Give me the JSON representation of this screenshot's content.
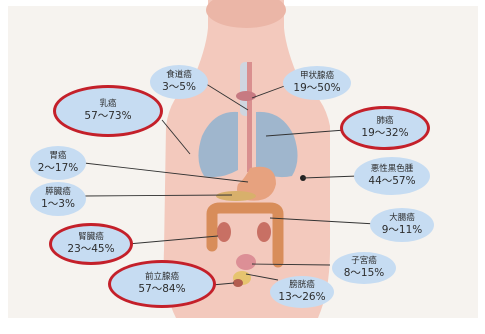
{
  "colors": {
    "skin": "#f3c9bd",
    "skin_dark": "#e9ac9c",
    "lung": "#9fb6cd",
    "bubble": "#c6dcf2",
    "ring": "#c4202a",
    "leader": "#333333"
  },
  "labels": [
    {
      "id": "esophagus",
      "name": "食道癌",
      "rate": "3～5%",
      "highlighted": false
    },
    {
      "id": "thyroid",
      "name": "甲状腺癌",
      "rate": "19～50%",
      "highlighted": false
    },
    {
      "id": "breast",
      "name": "乳癌",
      "rate": "57～73%",
      "highlighted": true
    },
    {
      "id": "lung",
      "name": "肺癌",
      "rate": "19～32%",
      "highlighted": true
    },
    {
      "id": "stomach",
      "name": "胃癌",
      "rate": "2～17%",
      "highlighted": false
    },
    {
      "id": "melanoma",
      "name": "悪性黒色腫",
      "rate": "44～57%",
      "highlighted": false
    },
    {
      "id": "pancreas",
      "name": "膵臓癌",
      "rate": "1～3%",
      "highlighted": false
    },
    {
      "id": "colon",
      "name": "大腸癌",
      "rate": "9～11%",
      "highlighted": false
    },
    {
      "id": "kidney",
      "name": "腎臓癌",
      "rate": "23～45%",
      "highlighted": true
    },
    {
      "id": "uterus",
      "name": "子宮癌",
      "rate": "8～15%",
      "highlighted": false
    },
    {
      "id": "prostate",
      "name": "前立腺癌",
      "rate": "57～84%",
      "highlighted": true
    },
    {
      "id": "bladder",
      "name": "膀胱癌",
      "rate": "13～26%",
      "highlighted": false
    }
  ]
}
